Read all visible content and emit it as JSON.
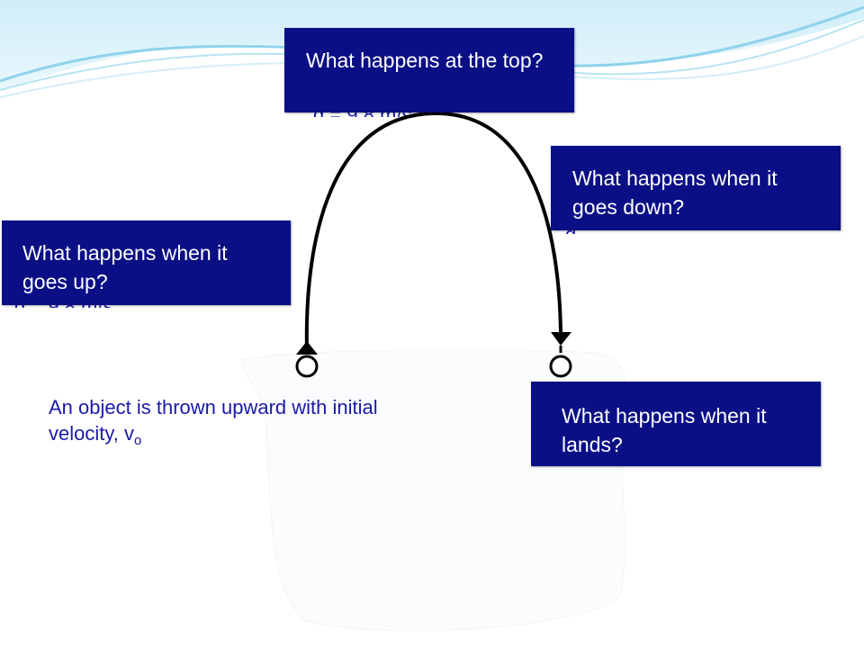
{
  "questions": {
    "top": "What happens at the top?",
    "down": "What happens when it goes down?",
    "up": "What happens when it goes up?",
    "lands": "What happens when it lands?"
  },
  "description": {
    "text": "An object is thrown upward with initial velocity, v",
    "subscript": "o"
  },
  "colors": {
    "box_fill": "#0b0f85",
    "text_blue": "#1a1aaa",
    "wave_light": "#c9ebf7",
    "wave_mid": "#9fd7ee"
  }
}
